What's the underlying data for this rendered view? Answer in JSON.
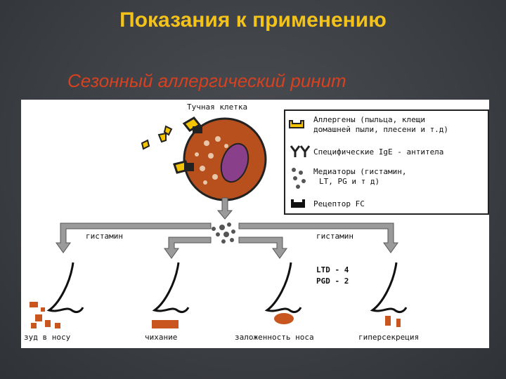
{
  "slide": {
    "title": "Показания к применению",
    "subtitle": "Сезонный аллергический ринит"
  },
  "diagram": {
    "cell_label": "Тучная клетка",
    "legend": {
      "allergens_line1": "Аллергены (пыльца, клещи",
      "allergens_line2": "домашней пыли, плесени и т.д)",
      "ige": "Специфические IgE - антитела",
      "mediators_line1": "Медиаторы (гистамин,",
      "mediators_line2": "LT, PG и т д)",
      "receptor": "Рецептор FC"
    },
    "histamine_left": "гистамин",
    "histamine_right": "гистамин",
    "ltd": "LTD - 4",
    "pgd": "PGD - 2",
    "symptoms": [
      "зуд в носу",
      "чихание",
      "заложенность носа",
      "гиперсекреция"
    ]
  },
  "colors": {
    "title": "#f3c21b",
    "subtitle": "#d8411f",
    "cell": "#b8501e",
    "symptom": "#c8561e",
    "arrow": "#9a9a9a"
  }
}
